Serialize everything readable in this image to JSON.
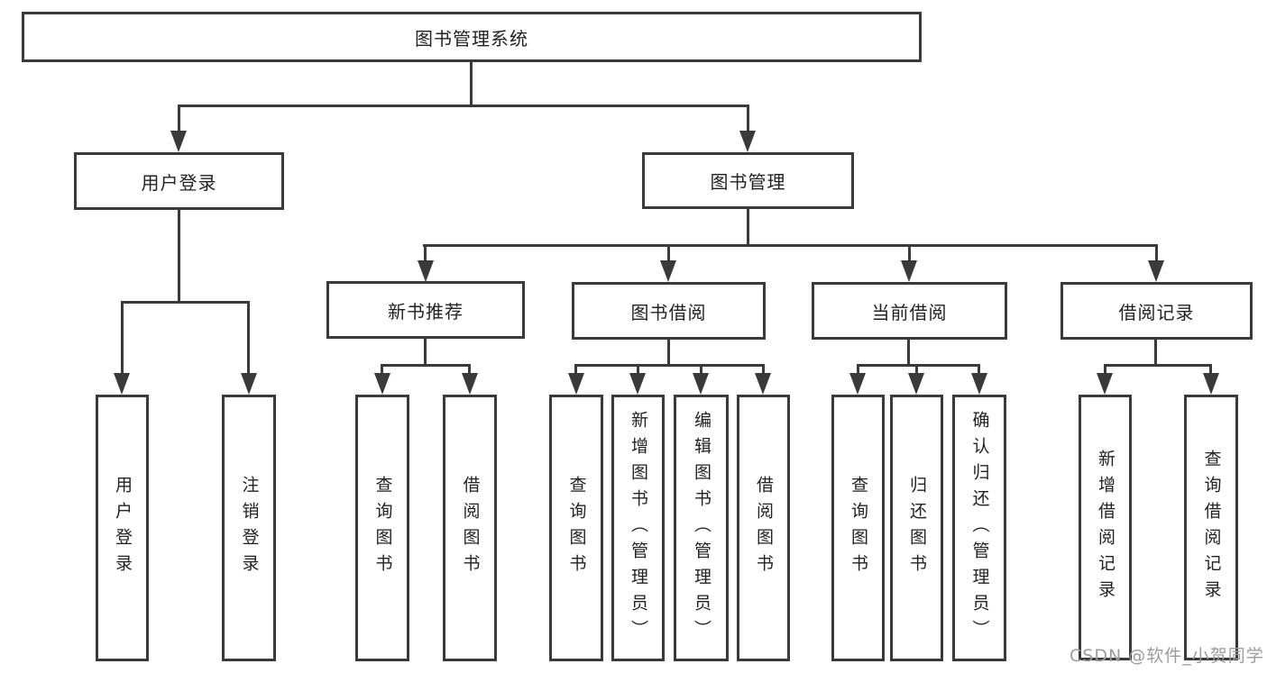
{
  "tree": {
    "label": "图书管理系统",
    "children": [
      {
        "label": "用户登录",
        "children": [
          {
            "label": "用户登录"
          },
          {
            "label": "注销登录"
          }
        ]
      },
      {
        "label": "图书管理",
        "children": [
          {
            "label": "新书推荐",
            "children": [
              {
                "label": "查询图书"
              },
              {
                "label": "借阅图书"
              }
            ]
          },
          {
            "label": "图书借阅",
            "children": [
              {
                "label": "查询图书"
              },
              {
                "label": "新增图书（管理员）"
              },
              {
                "label": "编辑图书（管理员）"
              },
              {
                "label": "借阅图书"
              }
            ]
          },
          {
            "label": "当前借阅",
            "children": [
              {
                "label": "查询图书"
              },
              {
                "label": "归还图书"
              },
              {
                "label": "确认归还（管理员）"
              }
            ]
          },
          {
            "label": "借阅记录",
            "children": [
              {
                "label": "新增借阅记录"
              },
              {
                "label": "查询借阅记录"
              }
            ]
          }
        ]
      }
    ]
  },
  "watermark": {
    "text": "CSDN @软件_小贺同学"
  },
  "colors": {
    "line": "#3a3a3a",
    "text": "#222222",
    "watermark": "#9c9c9c",
    "background": "#ffffff"
  }
}
